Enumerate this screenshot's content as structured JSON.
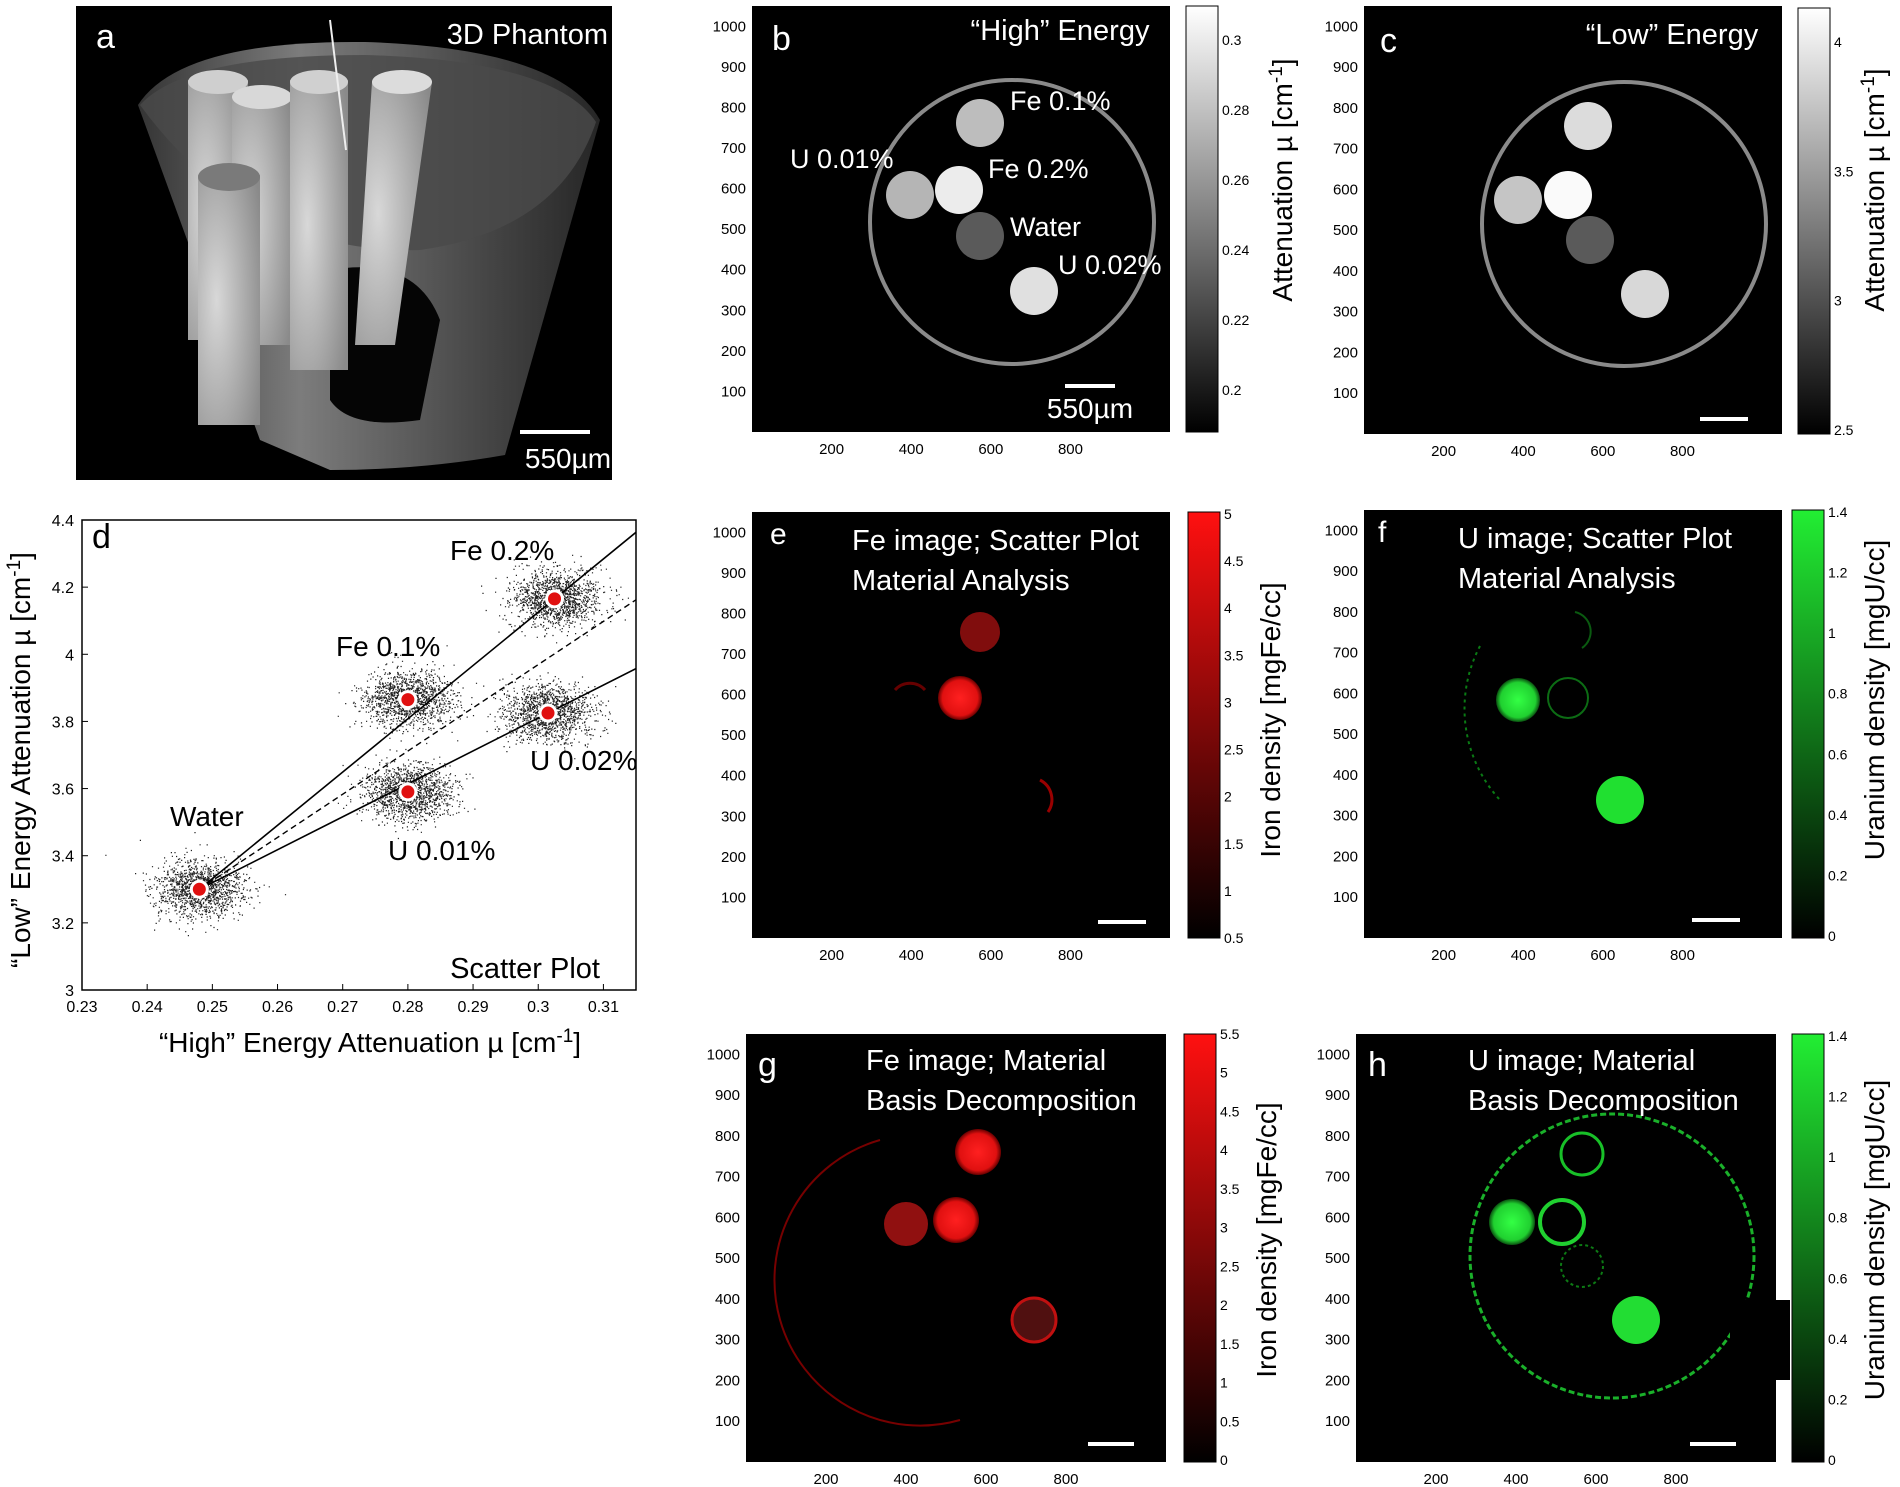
{
  "panels": {
    "a": {
      "letter": "a",
      "title": "3D Phantom",
      "scalebar": "550µm"
    },
    "b": {
      "letter": "b",
      "title": "“High” Energy",
      "yticks": [
        "1000",
        "900",
        "800",
        "700",
        "600",
        "500",
        "400",
        "300",
        "200",
        "100"
      ],
      "xticks": [
        "200",
        "400",
        "600",
        "800"
      ],
      "labels": {
        "fe01": "Fe 0.1%",
        "u001": "U 0.01%",
        "fe02": "Fe 0.2%",
        "water": "Water",
        "u002": "U 0.02%"
      },
      "scalebar": "550µm",
      "colorbar": {
        "ticks": [
          "0.3",
          "0.28",
          "0.26",
          "0.24",
          "0.22",
          "0.2"
        ],
        "label": "Attenuation µ [cm",
        "sup": "-1",
        "close": "]"
      }
    },
    "c": {
      "letter": "c",
      "title": "“Low” Energy",
      "yticks": [
        "1000",
        "900",
        "800",
        "700",
        "600",
        "500",
        "400",
        "300",
        "200",
        "100"
      ],
      "xticks": [
        "200",
        "400",
        "600",
        "800"
      ],
      "colorbar": {
        "ticks": [
          "4",
          "3.5",
          "3",
          "2.5"
        ],
        "label": "Attenuation µ [cm",
        "sup": "-1",
        "close": "]"
      }
    },
    "d": {
      "letter": "d",
      "annotation": "Scatter Plot",
      "ylabel": "“Low” Energy Attenuation µ [cm",
      "ysup": "-1",
      "yclose": "]",
      "xlabel": "“High” Energy Attenuation µ [cm",
      "xsup": "-1",
      "xclose": "]",
      "xticks": [
        "0.23",
        "0.24",
        "0.25",
        "0.26",
        "0.27",
        "0.28",
        "0.29",
        "0.3",
        "0.31"
      ],
      "yticks": [
        "4.4",
        "4.2",
        "4",
        "3.8",
        "3.6",
        "3.4",
        "3.2",
        "3"
      ],
      "point_labels": [
        "Water",
        "U 0.01%",
        "Fe 0.1%",
        "U 0.02%",
        "Fe 0.2%"
      ]
    },
    "e": {
      "letter": "e",
      "title1": "Fe image; Scatter Plot",
      "title2": "Material Analysis",
      "yticks": [
        "1000",
        "900",
        "800",
        "700",
        "600",
        "500",
        "400",
        "300",
        "200",
        "100"
      ],
      "xticks": [
        "200",
        "400",
        "600",
        "800"
      ],
      "colorbar": {
        "ticks": [
          "5",
          "4.5",
          "4",
          "3.5",
          "3",
          "2.5",
          "2",
          "1.5",
          "1",
          "0.5"
        ],
        "label": "Iron density [mgFe/cc]"
      }
    },
    "f": {
      "letter": "f",
      "title1": "U image;  Scatter Plot",
      "title2": "Material Analysis",
      "yticks": [
        "1000",
        "900",
        "800",
        "700",
        "600",
        "500",
        "400",
        "300",
        "200",
        "100"
      ],
      "xticks": [
        "200",
        "400",
        "600",
        "800"
      ],
      "colorbar": {
        "ticks": [
          "1.4",
          "1.2",
          "1",
          "0.8",
          "0.6",
          "0.4",
          "0.2",
          "0"
        ],
        "label": "Uranium density [mgU/cc]"
      }
    },
    "g": {
      "letter": "g",
      "title1": "Fe image; Material",
      "title2": "Basis Decomposition",
      "yticks": [
        "1000",
        "900",
        "800",
        "700",
        "600",
        "500",
        "400",
        "300",
        "200",
        "100"
      ],
      "xticks": [
        "200",
        "400",
        "600",
        "800"
      ],
      "colorbar": {
        "ticks": [
          "5.5",
          "5",
          "4.5",
          "4",
          "3.5",
          "3",
          "2.5",
          "2",
          "1.5",
          "1",
          "0.5",
          "0"
        ],
        "label": "Iron density [mgFe/cc]"
      }
    },
    "h": {
      "letter": "h",
      "title1": "U image; Material",
      "title2": "Basis Decomposition",
      "yticks": [
        "1000",
        "900",
        "800",
        "700",
        "600",
        "500",
        "400",
        "300",
        "200",
        "100"
      ],
      "xticks": [
        "200",
        "400",
        "600",
        "800"
      ],
      "colorbar": {
        "ticks": [
          "1.4",
          "1.2",
          "1",
          "0.8",
          "0.6",
          "0.4",
          "0.2",
          "0"
        ],
        "label": "Uranium density [mgU/cc]"
      }
    }
  },
  "chart_data": {
    "type": "scatter",
    "x": [
      0.248,
      0.28,
      0.28,
      0.3015,
      0.3025
    ],
    "y": [
      3.3,
      3.59,
      3.865,
      3.825,
      4.165
    ],
    "labels": [
      "Water",
      "U 0.01%",
      "Fe 0.1%",
      "U 0.02%",
      "Fe 0.2%"
    ],
    "xlim": [
      0.23,
      0.315
    ],
    "ylim": [
      3,
      4.4
    ],
    "xlabel": "“High” Energy Attenuation µ [cm-1]",
    "ylabel": "“Low” Energy Attenuation µ [cm-1]",
    "grid": false
  },
  "colors": {
    "red": "#ff2020",
    "green": "#22ee44",
    "marker": "#e01010"
  }
}
